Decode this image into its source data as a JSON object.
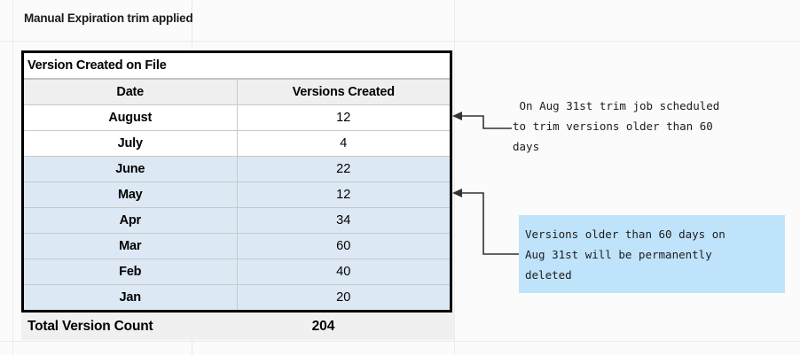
{
  "sheet": {
    "title": "Manual Expiration trim applied"
  },
  "table": {
    "banner": "Version Created on File",
    "columns": [
      "Date",
      "Versions Created"
    ],
    "rows": [
      {
        "date": "August",
        "versions": "12",
        "tinted": false
      },
      {
        "date": "July",
        "versions": "4",
        "tinted": false
      },
      {
        "date": "June",
        "versions": "22",
        "tinted": true
      },
      {
        "date": "May",
        "versions": "12",
        "tinted": true
      },
      {
        "date": "Apr",
        "versions": "34",
        "tinted": true
      },
      {
        "date": "Mar",
        "versions": "60",
        "tinted": true
      },
      {
        "date": "Feb",
        "versions": "40",
        "tinted": true
      },
      {
        "date": "Jan",
        "versions": "20",
        "tinted": true
      }
    ],
    "total_label": "Total Version Count",
    "total_value": "204"
  },
  "annotations": [
    {
      "id": "trim-job-note",
      "text": " On Aug 31st trim job scheduled\nto trim versions older than 60\ndays",
      "boxed": false
    },
    {
      "id": "deletion-warning-note",
      "text": "Versions older than 60 days on\nAug 31st will be permanently\ndeleted",
      "boxed": true
    }
  ],
  "colors": {
    "tinted_row": "#dce9f5",
    "annotation_box": "#bfe3fb",
    "header_row": "#efefef",
    "total_row": "#f0f0f0",
    "table_border": "#000000"
  }
}
